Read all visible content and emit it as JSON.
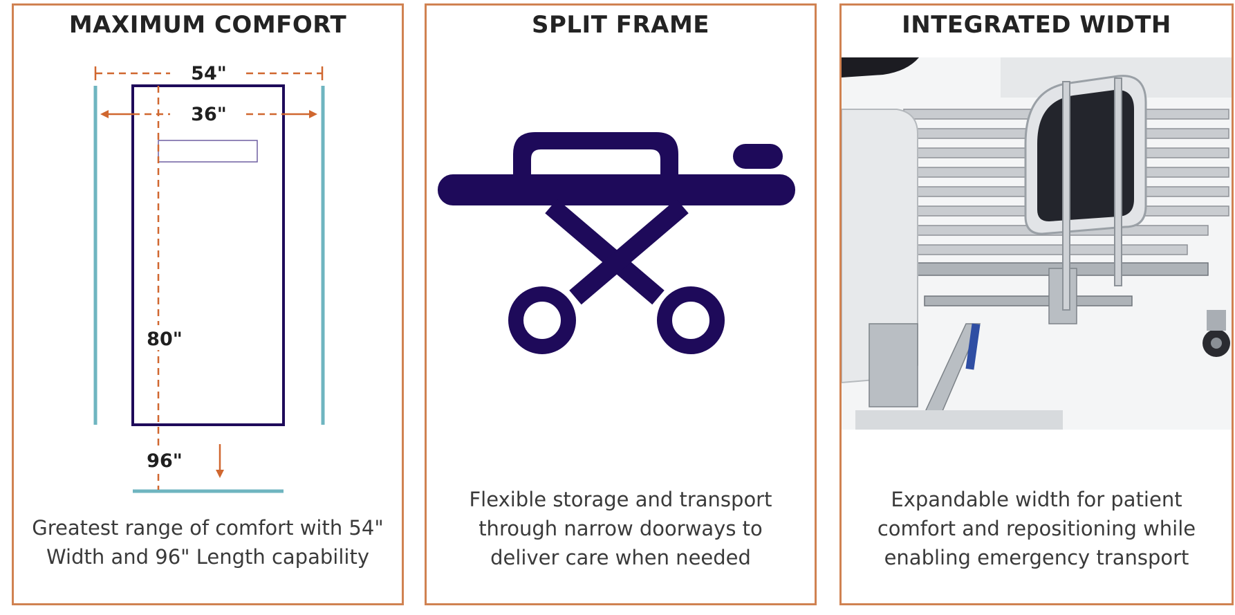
{
  "panels": [
    {
      "title": "MAXIMUM COMFORT",
      "description_lines": [
        "Greatest range of comfort with 54\"",
        "Width and 96\" Length capability"
      ],
      "dimensions": {
        "outer_width": "54\"",
        "inner_width": "36\"",
        "inner_length": "80\"",
        "outer_length": "96\""
      }
    },
    {
      "title": "SPLIT FRAME",
      "description_lines": [
        "Flexible storage and transport",
        "through narrow doorways to",
        "deliver care when needed"
      ],
      "icon": "stretcher-icon"
    },
    {
      "title": "INTEGRATED WIDTH",
      "description_lines": [
        "Expandable width for patient",
        "comfort and repositioning while",
        "enabling emergency transport"
      ],
      "image": "bed-frame-photo"
    }
  ],
  "colors": {
    "border": "#d08251",
    "dimension_line": "#d0672f",
    "rail": "#6fb5c0",
    "navy": "#1e0a5a"
  }
}
